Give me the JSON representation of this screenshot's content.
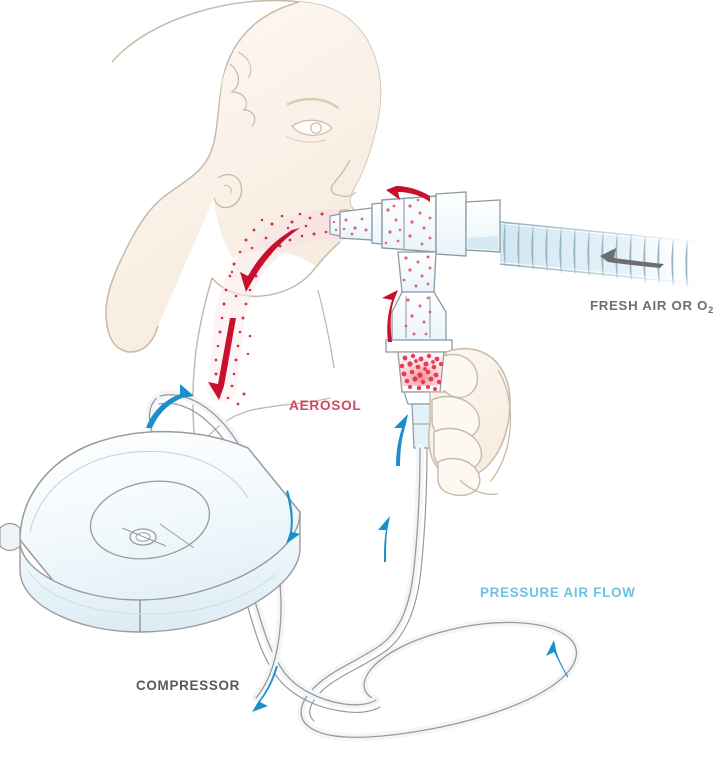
{
  "diagram": {
    "title": "Nebulizer therapy diagram",
    "background_color": "#ffffff",
    "labels": {
      "fresh_air": "FRESH AIR OR O",
      "fresh_air_subscript": "2",
      "aerosol": "AEROSOL",
      "pressure_air_flow": "PRESSURE AIR FLOW",
      "compressor": "COMPRESSOR"
    },
    "colors": {
      "aerosol_red": "#d4485c",
      "arrow_red": "#c8102e",
      "arrow_blue": "#1a8fc9",
      "pressure_blue": "#6ec1e4",
      "fresh_air_gray": "#6d6e70",
      "compressor_gray": "#58595b",
      "arrow_gray": "#6d6e70",
      "outline_gray": "#9a9a9c",
      "skin_outline": "#c9b9a8",
      "skin_fill": "#fbf4ec",
      "device_fill": "#eaf4fa",
      "device_outline": "#8c9aa3",
      "tube_fill": "#f2f6f8"
    },
    "elements": {
      "head": "patient head profile facing right, aerosol entering mouth",
      "airway": "stippled aerosol trail descending through throat",
      "mouthpiece": "clear mouthpiece connected to T-piece",
      "t_piece": "nebulizer T-piece chamber with suspended aerosol droplets",
      "corrugated_hose": "corrugated reservoir hose fading to the right",
      "medication_cup": "nebulizer cup with dense red medication droplets",
      "hand": "hand gripping the nebulizer cup",
      "air_tube": "flexible air tube looping from compressor to nebulizer",
      "compressor_unit": "compressor box with outlet port on top"
    },
    "arrows": [
      {
        "name": "aerosol-inhale-arrow",
        "color": "#c8102e",
        "direction": "left",
        "meaning": "aerosol toward mouth"
      },
      {
        "name": "airway-upper-arrow",
        "color": "#c8102e",
        "direction": "down",
        "meaning": "aerosol into throat"
      },
      {
        "name": "airway-lower-arrow",
        "color": "#c8102e",
        "direction": "down",
        "meaning": "aerosol into lungs"
      },
      {
        "name": "aerosol-rise-arrow",
        "color": "#c8102e",
        "direction": "up",
        "meaning": "aerosol rising in T-piece"
      },
      {
        "name": "fresh-air-intake-arrow",
        "color": "#6d6e70",
        "direction": "left",
        "meaning": "fresh air or oxygen drawn in"
      },
      {
        "name": "air-flow-arrow-compressor-out",
        "color": "#1a8fc9",
        "direction": "up",
        "meaning": "air leaving compressor"
      },
      {
        "name": "air-flow-arrow-tube-down-right",
        "color": "#1a8fc9",
        "direction": "down",
        "meaning": "air down outer tube"
      },
      {
        "name": "air-flow-arrow-tube-down-left",
        "color": "#1a8fc9",
        "direction": "down",
        "meaning": "air along lower tube"
      },
      {
        "name": "air-flow-arrow-loop",
        "color": "#1a8fc9",
        "direction": "up",
        "meaning": "air around tube loop"
      },
      {
        "name": "air-flow-arrow-riser-low",
        "color": "#1a8fc9",
        "direction": "up",
        "meaning": "air rising to nebulizer"
      },
      {
        "name": "air-flow-arrow-riser-high",
        "color": "#1a8fc9",
        "direction": "up",
        "meaning": "air entering nebulizer"
      }
    ]
  }
}
